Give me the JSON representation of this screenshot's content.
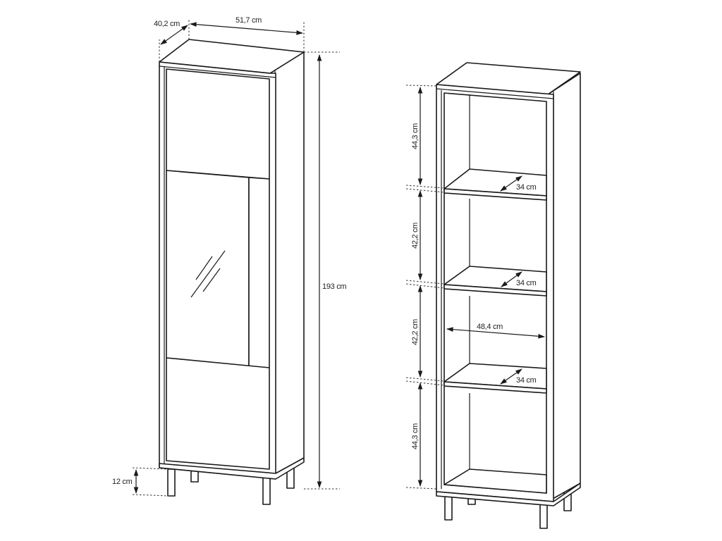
{
  "diagram": {
    "title": "",
    "stroke_color": "#1a1a1a",
    "background": "#ffffff",
    "left_cabinet": {
      "description": "Closed display cabinet with glass door (front view)",
      "dimensions": {
        "depth": "40,2 cm",
        "width": "51,7 cm",
        "height": "193 cm",
        "leg_height": "12 cm"
      }
    },
    "right_cabinet": {
      "description": "Open interior view with three shelves",
      "dimensions": {
        "compartment_1_height": "44,3 cm",
        "compartment_2_height": "42,2 cm",
        "compartment_3_height": "42,2 cm",
        "compartment_4_height": "44,3 cm",
        "shelf_1_depth": "34 cm",
        "shelf_2_depth": "34 cm",
        "shelf_3_depth": "34 cm",
        "interior_width": "48,4 cm"
      }
    }
  }
}
